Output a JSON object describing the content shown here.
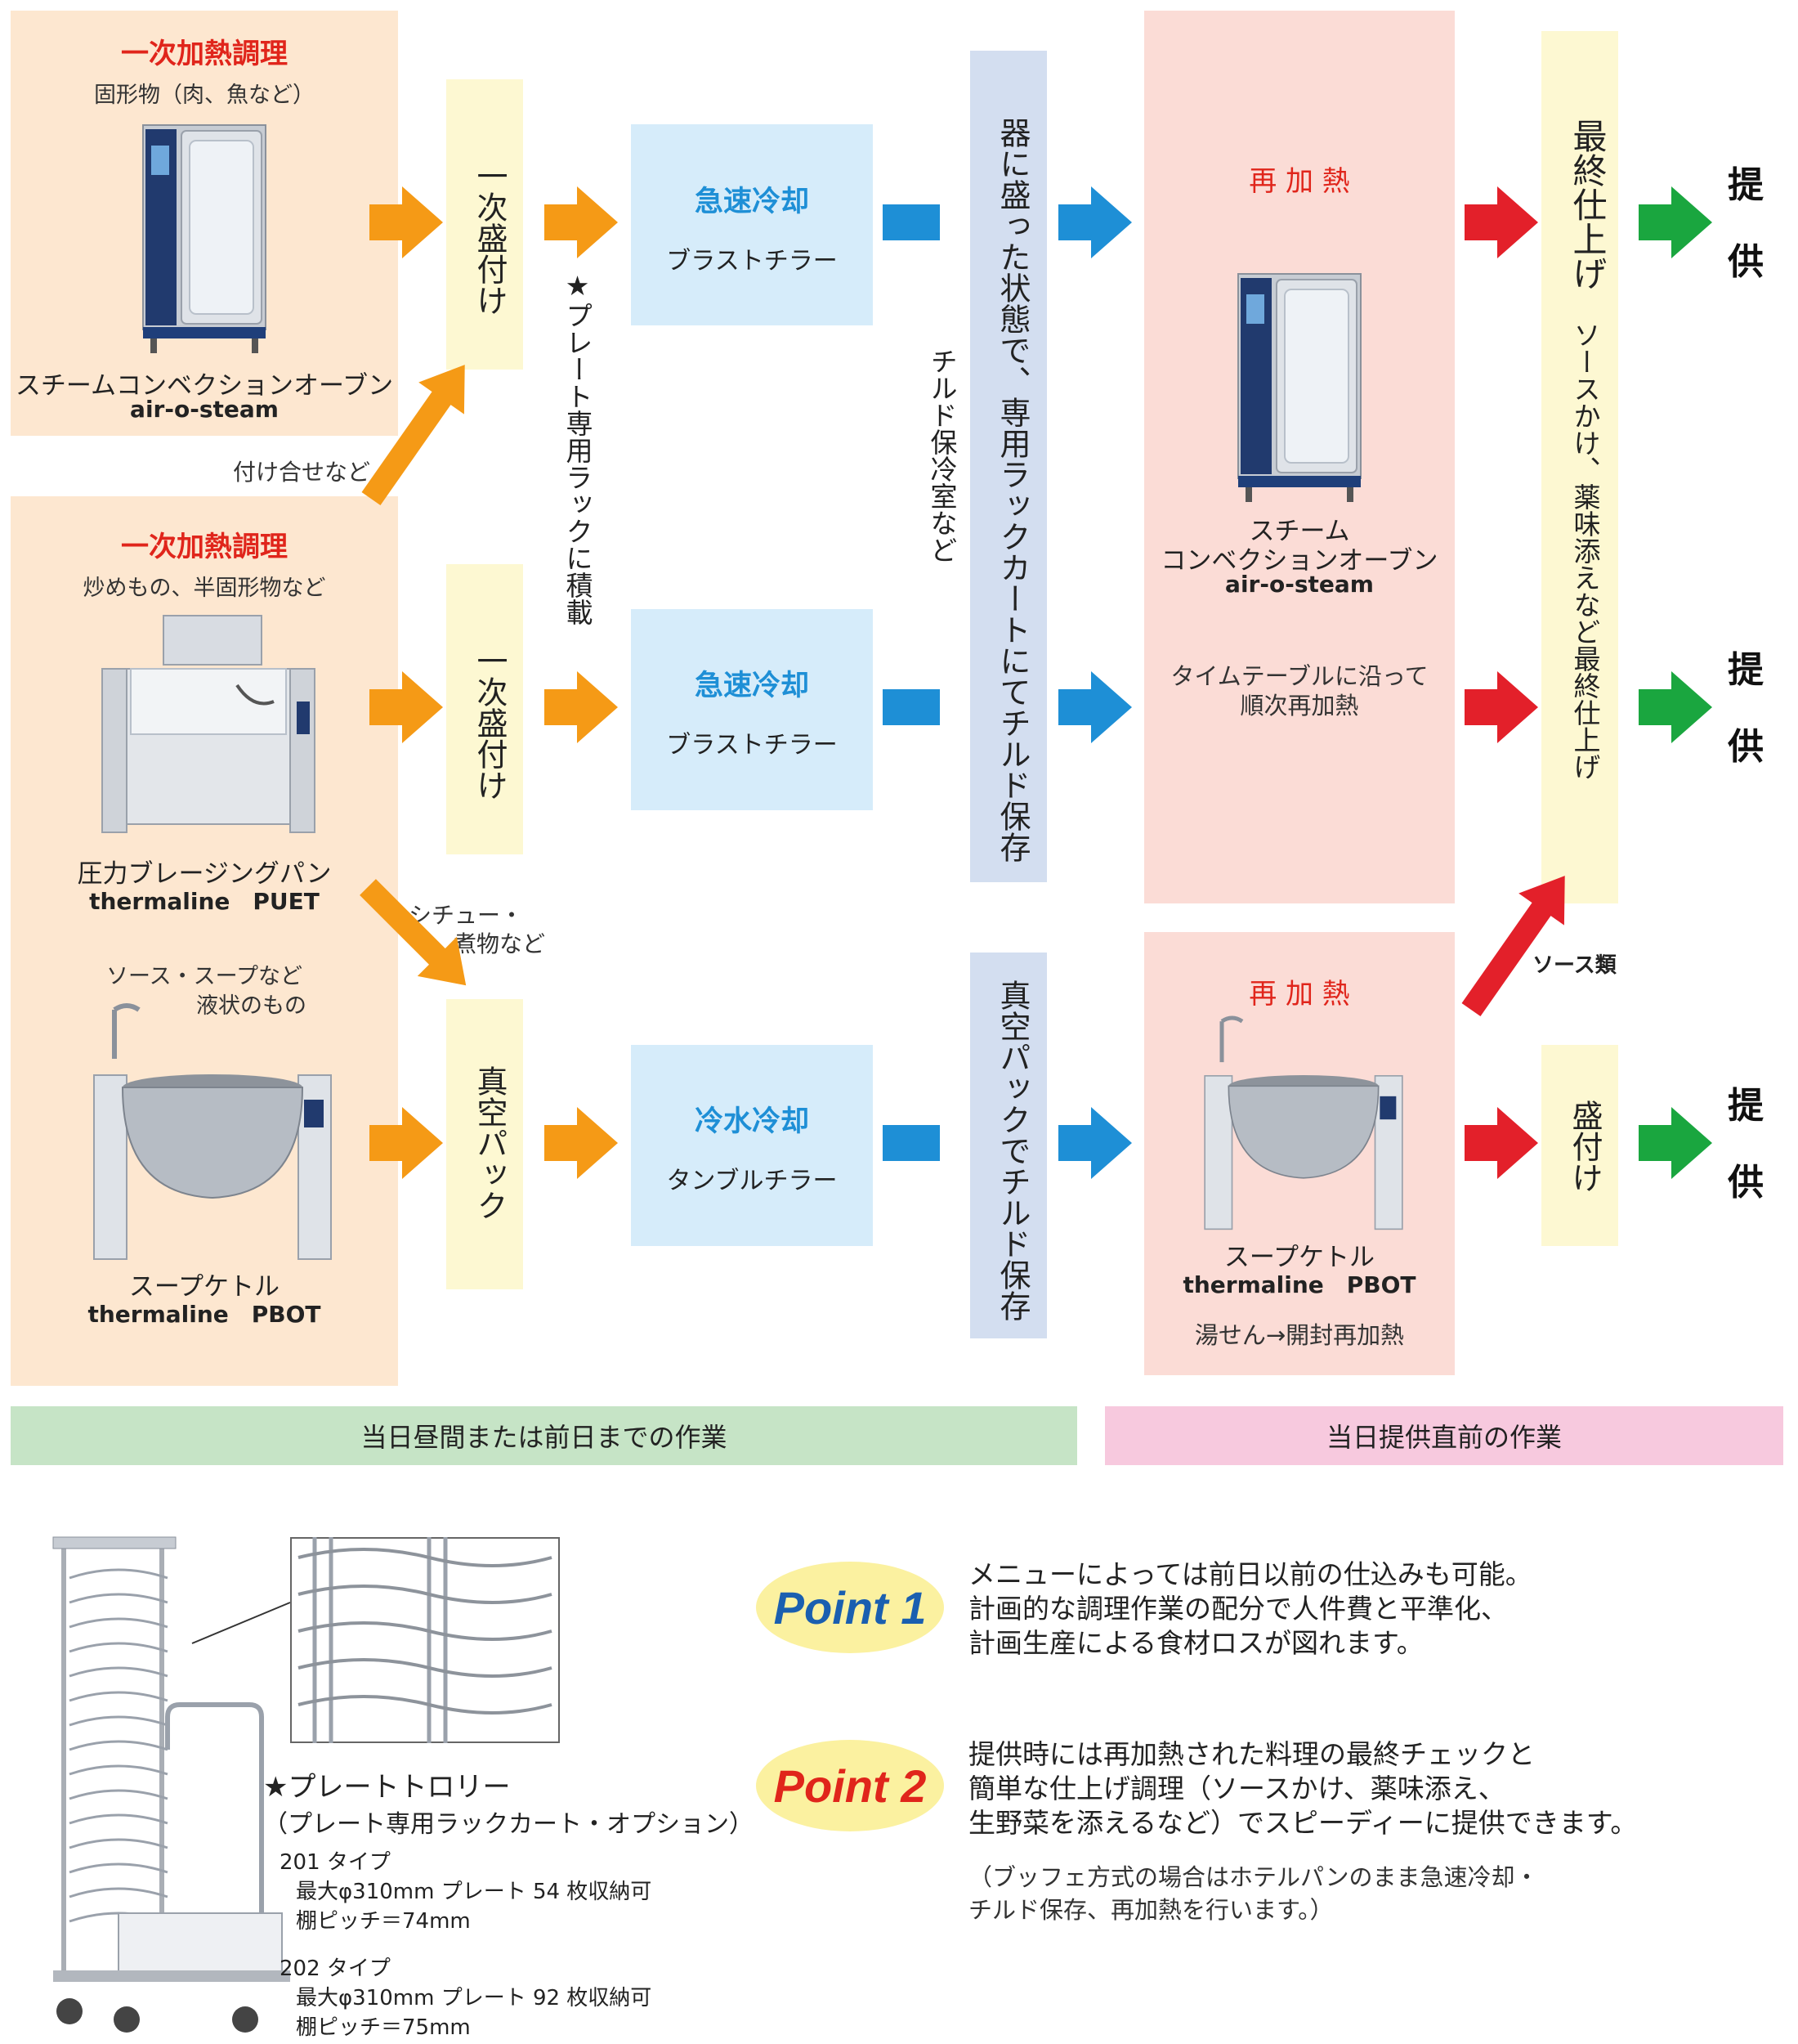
{
  "top_left": {
    "title": "一次加熱調理",
    "subtitle": "固形物（肉、魚など）",
    "machine_name": "スチームコンベクションオーブン",
    "machine_model": "air-o-steam"
  },
  "mid_left": {
    "title": "一次加熱調理",
    "subtitle": "炒めもの、半固形物など",
    "machine_name": "圧力ブレージングパン",
    "machine_model": "thermaline　PUET",
    "soup_note_line1": "ソース・スープなど",
    "soup_note_line2": "液状のもの",
    "soup_name": "スープケトル",
    "soup_model": "thermaline　PBOT"
  },
  "annotations": {
    "tsukeawase": "付け合せなど",
    "stew_line1": "シチュー・",
    "stew_line2": "煮物など",
    "plate_rack": "★プレート専用ラックに積載",
    "chilled_room": "チルド保冷室など",
    "sauce": "ソース類"
  },
  "stages": {
    "plating1": "一次盛付け",
    "plating2": "一次盛付け",
    "vacuum": "真空パック",
    "chill1_title": "急速冷却",
    "chill1_sub": "ブラストチラー",
    "chill2_title": "急速冷却",
    "chill2_sub": "ブラストチラー",
    "chill3_title": "冷水冷却",
    "chill3_sub": "タンブルチラー",
    "storage1": "器に盛った状態で、専用ラックカートにてチルド保存",
    "storage2": "真空パックでチルド保存"
  },
  "reheat_top": {
    "title": "再 加 熱",
    "name_line1": "スチーム",
    "name_line2": "コンベクションオーブン",
    "model": "air-o-steam",
    "note_line1": "タイムテーブルに沿って",
    "note_line2": "順次再加熱"
  },
  "reheat_bottom": {
    "title": "再 加 熱",
    "name": "スープケトル",
    "model": "thermaline　PBOT",
    "note": "湯せん→開封再加熱"
  },
  "finish": {
    "title": "最終仕上げ",
    "desc": "ソースかけ、薬味添えなど最終仕上げ",
    "plating": "盛付け"
  },
  "serve_label": "提供",
  "bands": {
    "left": "当日昼間または前日までの作業",
    "right": "当日提供直前の作業"
  },
  "trolley": {
    "title": "★プレートトロリー",
    "subtitle": "（プレート専用ラックカート・オプション）",
    "type1": "201 タイプ",
    "type1_line1": "最大φ310mm プレート 54 枚収納可",
    "type1_line2": "棚ピッチ＝74mm",
    "type2": "202 タイプ",
    "type2_line1": "最大φ310mm プレート 92 枚収納可",
    "type2_line2": "棚ピッチ＝75mm"
  },
  "points": {
    "p1_label": "Point 1",
    "p1_line1": "メニューによっては前日以前の仕込みも可能。",
    "p1_line2": "計画的な調理作業の配分で人件費と平準化、",
    "p1_line3": "計画生産による食材ロスが図れます。",
    "p2_label": "Point 2",
    "p2_line1": "提供時には再加熱された料理の最終チェックと",
    "p2_line2": "簡単な仕上げ調理（ソースかけ、薬味添え、",
    "p2_line3": "生野菜を添えるなど）でスピーディーに提供できます。",
    "note_line1": "（ブッフェ方式の場合はホテルパンのまま急速冷却・",
    "note_line2": "チルド保存、再加熱を行います。）"
  },
  "colors": {
    "orange": "#f59a16",
    "blue": "#1e8fd6",
    "red": "#e3202a",
    "green": "#1aa63f",
    "point1_text": "#1a5fb0",
    "point2_text": "#e0251b",
    "pill_bg": "#fbf1a0"
  }
}
